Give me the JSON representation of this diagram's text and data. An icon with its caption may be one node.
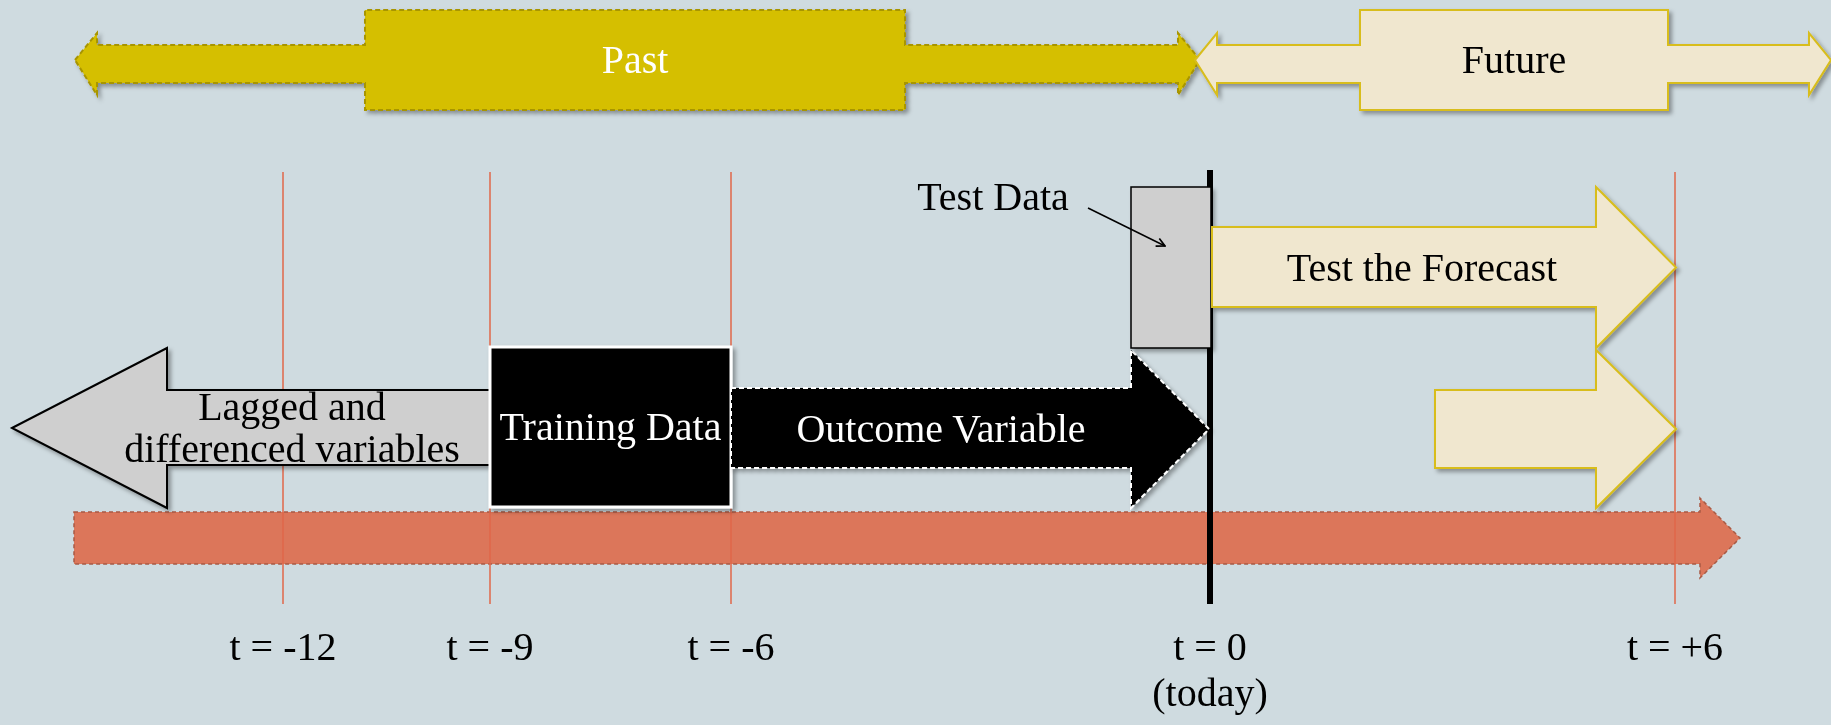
{
  "diagram": {
    "nodes": [
      {
        "text": [
          "Past"
        ]
      },
      {
        "text": [
          "Future"
        ]
      },
      {
        "text": [
          "Lagged and differenced variables"
        ]
      },
      {
        "text": [
          "Training Data"
        ]
      },
      {
        "text": [
          "Outcome Variable"
        ]
      },
      {
        "text": [
          "Test Data"
        ]
      },
      {
        "text": [],
        "shape": "box"
      },
      {
        "text": [
          "Test the Forecast"
        ]
      },
      {
        "text": [],
        "shape": "arrow"
      }
    ],
    "edges": [
      {
        "from": 5,
        "to": 6,
        "arrow": "to"
      }
    ],
    "labels": [
      "t = -12",
      "t = -9",
      "t = -6",
      "t = 0 (today)",
      "t = +6"
    ]
  }
}
